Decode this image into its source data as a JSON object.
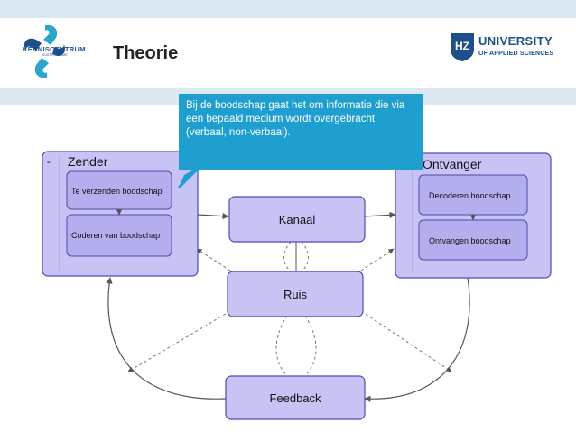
{
  "header": {
    "title": "Theorie",
    "left_logo": {
      "icon": "kenniscentrum-logo-icon",
      "text": "KENNISCENTRUM",
      "subtext": "KUSTTOERISME"
    },
    "right_logo": {
      "icon": "hz-logo-icon",
      "line1": "UNIVERSITY",
      "line2": "OF APPLIED SCIENCES"
    }
  },
  "callout": {
    "text": "Bij de boodschap gaat het om informatie die via een bepaald medium wordt overgebracht (verbaal, non-verbaal)."
  },
  "diagram": {
    "zender": {
      "title": "Zender",
      "items": [
        "Te verzenden boodschap",
        "Coderen van boodschap"
      ]
    },
    "ontvanger": {
      "title": "Ontvanger",
      "items": [
        "Decoderen boodschap",
        "Ontvangen boodschap"
      ]
    },
    "kanaal": "Kanaal",
    "ruis": "Ruis",
    "feedback": "Feedback"
  },
  "colors": {
    "band": "#dce8f2",
    "box_fill": "#c7c3f5",
    "box_stroke": "#4e4ab0",
    "inner_fill": "#b3aeed",
    "callout": "#1e9fd0",
    "logo_blue": "#1d4f8a",
    "logo_teal": "#2aa6c8"
  }
}
